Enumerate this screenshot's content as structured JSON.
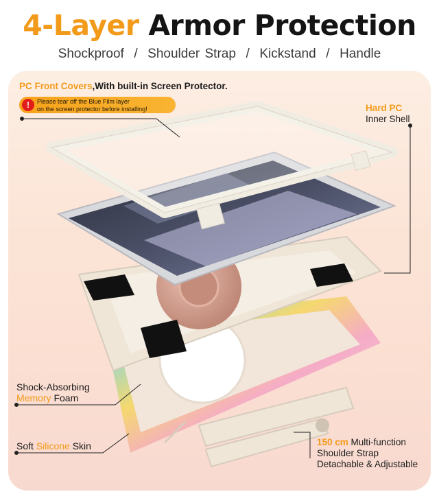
{
  "header": {
    "title_accent": "4-Layer",
    "title_rest": "Armor Protection",
    "subtitle": "Shockproof  /  Shoulder Strap  /  Kickstand  /  Handle"
  },
  "callouts": {
    "front_cover_highlight": "PC Front Covers",
    "front_cover_rest": ",With built-in Screen Protector.",
    "warning_line1": "Please tear off the Blue Film layer",
    "warning_line2": "on the screen protector before installing!",
    "warning_mark": "!",
    "hard_pc_line1": "Hard PC",
    "hard_pc_line2": "Inner Shell",
    "foam_line1": "Shock-Absorbing",
    "foam_highlight": "Memory",
    "foam_rest": " Foam",
    "skin_prefix": "Soft ",
    "skin_highlight": "Silicone",
    "skin_rest": " Skin",
    "strap_highlight": "150 cm",
    "strap_rest": " Multi-function",
    "strap_line2": "Shoulder Strap",
    "strap_line3": "Detachable & Adjustable"
  },
  "colors": {
    "accent": "#f29a1a",
    "warning_red": "#e21b1b",
    "frame_beige": "#efe6d8",
    "rose_gold": "#d4a090"
  }
}
